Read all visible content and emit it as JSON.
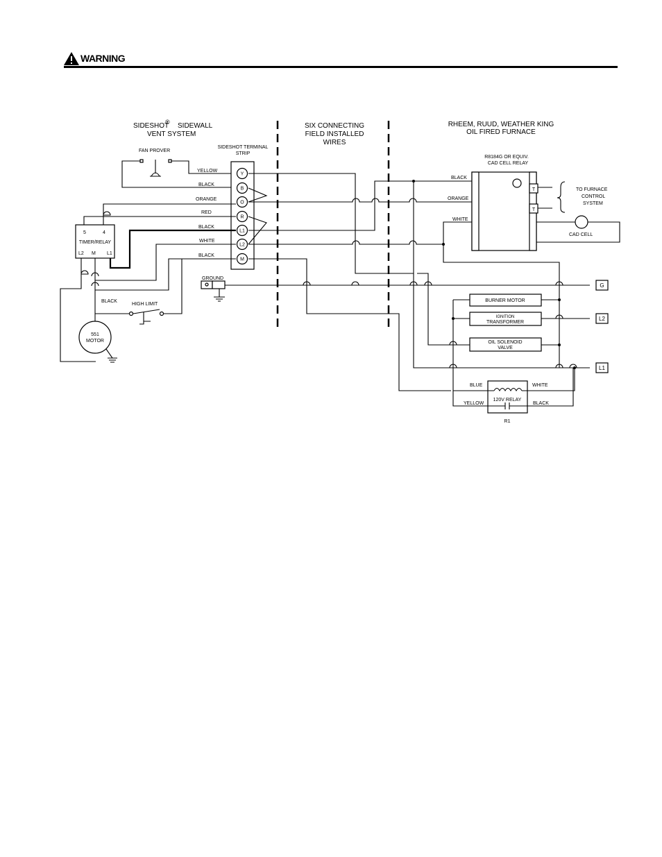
{
  "warning": {
    "label": "WARNING",
    "icon": "warning-triangle-icon"
  },
  "sections": {
    "sideshot_line1": "SIDESHOT",
    "sideshot_sup": "®",
    "sideshot_line1b": "SIDEWALL",
    "sideshot_line2": "VENT SYSTEM",
    "six_line1": "SIX CONNECTING",
    "six_line2": "FIELD INSTALLED",
    "six_line3": "WIRES",
    "furnace_line1": "RHEEM, RUUD, WEATHER KING",
    "furnace_line2": "OIL FIRED FURNACE"
  },
  "components": {
    "fan_prover": "FAN PROVER",
    "terminal_strip_line1": "SIDESHOT TERMINAL",
    "terminal_strip_line2": "STRIP",
    "timer_relay": "TIMER/RELAY",
    "timer_top_terms": [
      "5",
      "4"
    ],
    "timer_bottom_terms": [
      "L2",
      "M",
      "L1"
    ],
    "motor_line1": "551",
    "motor_line2": "MOTOR",
    "high_limit": "HIGH LIMIT",
    "ground": "GROUND",
    "cad_relay_line1": "R8184G OR EQUIV.",
    "cad_relay_line2": "CAD CELL RELAY",
    "to_furnace_line1": "TO FURNACE",
    "to_furnace_line2": "CONTROL",
    "to_furnace_line3": "SYSTEM",
    "cad_cell": "CAD CELL",
    "burner_motor": "BURNER MOTOR",
    "ignition_line1": "IGNITION",
    "ignition_line2": "TRANSFORMER",
    "oil_solenoid_line1": "OIL SOLENOID",
    "oil_solenoid_line2": "VALVE",
    "relay_120v": "120V RELAY",
    "relay_id": "R1"
  },
  "terminals": [
    "Y",
    "B",
    "O",
    "R",
    "L1",
    "L2",
    "M"
  ],
  "cad_terminals": [
    "T",
    "T"
  ],
  "supply_terminals": [
    "G",
    "L2",
    "L1"
  ],
  "wire_labels": {
    "yellow": "YELLOW",
    "black_b": "BLACK",
    "orange": "ORANGE",
    "red": "RED",
    "black_l1": "BLACK",
    "white": "WHITE",
    "black_m": "BLACK",
    "black_motor": "BLACK",
    "cad_black": "BLACK",
    "cad_orange": "ORANGE",
    "cad_white": "WHITE",
    "relay_blue": "BLUE",
    "relay_white": "WHITE",
    "relay_yellow": "YELLOW",
    "relay_black": "BLACK"
  }
}
